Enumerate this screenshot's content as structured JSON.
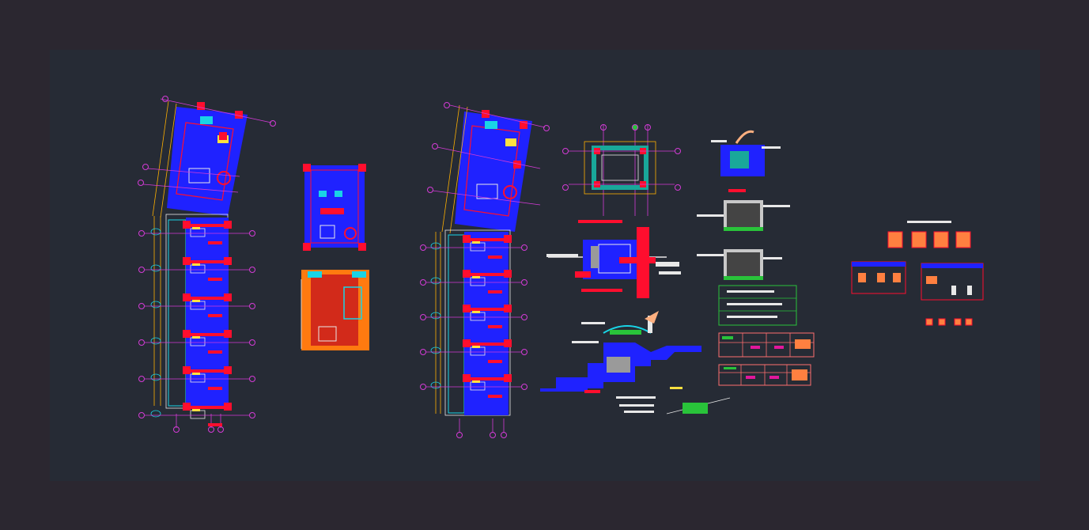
{
  "viewer": {
    "frame_color": "#2b2730",
    "sheet_color": "#262b35"
  },
  "drawing": {
    "palette": {
      "wall": "#1f22ff",
      "column": "#ff0e2e",
      "axis": "#d43bd6",
      "dimension": "#ffb000",
      "furniture": "#ffe040",
      "fixture": "#19d4e6",
      "grid_line": "#c8c8c8",
      "table_frame": "#ff6f6f",
      "table_fill": "#e2179b",
      "green": "#29c33a",
      "white": "#e8e8e8"
    },
    "floor_plan_units": [
      6,
      5,
      5
    ]
  }
}
